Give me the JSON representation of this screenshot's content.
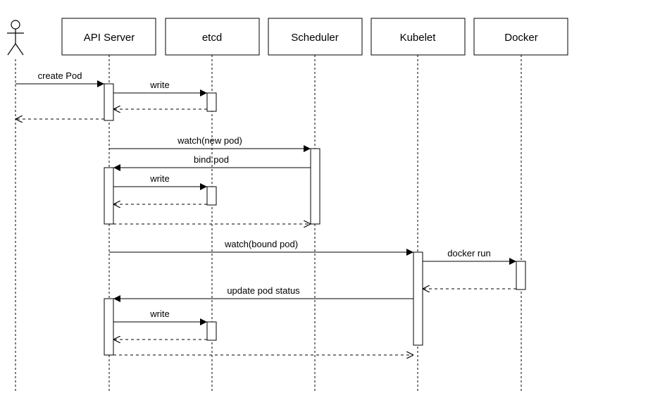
{
  "diagram": {
    "type": "sequence",
    "actor": {
      "id": "user",
      "label": ""
    },
    "participants": [
      {
        "id": "api",
        "label": "API Server"
      },
      {
        "id": "etcd",
        "label": "etcd"
      },
      {
        "id": "scheduler",
        "label": "Scheduler"
      },
      {
        "id": "kubelet",
        "label": "Kubelet"
      },
      {
        "id": "docker",
        "label": "Docker"
      }
    ],
    "messages": [
      {
        "from": "user",
        "to": "api",
        "label": "create Pod",
        "style": "sync"
      },
      {
        "from": "api",
        "to": "etcd",
        "label": "write",
        "style": "sync"
      },
      {
        "from": "etcd",
        "to": "api",
        "label": "",
        "style": "return"
      },
      {
        "from": "api",
        "to": "user",
        "label": "",
        "style": "return"
      },
      {
        "from": "api",
        "to": "scheduler",
        "label": "watch(new pod)",
        "style": "sync"
      },
      {
        "from": "scheduler",
        "to": "api",
        "label": "bind pod",
        "style": "sync"
      },
      {
        "from": "api",
        "to": "etcd",
        "label": "write",
        "style": "sync"
      },
      {
        "from": "etcd",
        "to": "api",
        "label": "",
        "style": "return"
      },
      {
        "from": "api",
        "to": "scheduler",
        "label": "",
        "style": "return"
      },
      {
        "from": "api",
        "to": "kubelet",
        "label": "watch(bound pod)",
        "style": "sync"
      },
      {
        "from": "kubelet",
        "to": "docker",
        "label": "docker run",
        "style": "sync"
      },
      {
        "from": "docker",
        "to": "kubelet",
        "label": "",
        "style": "return"
      },
      {
        "from": "kubelet",
        "to": "api",
        "label": "update pod status",
        "style": "sync"
      },
      {
        "from": "api",
        "to": "etcd",
        "label": "write",
        "style": "sync"
      },
      {
        "from": "etcd",
        "to": "api",
        "label": "",
        "style": "return"
      },
      {
        "from": "api",
        "to": "kubelet",
        "label": "",
        "style": "return"
      }
    ]
  }
}
